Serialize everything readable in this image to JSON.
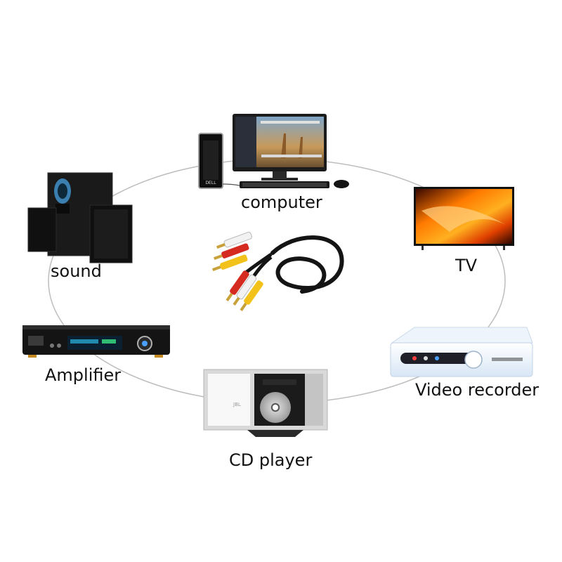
{
  "labels": {
    "computer": "computer",
    "tv": "TV",
    "sound": "sound",
    "amplifier": "Amplifier",
    "video_recorder": "Video recorder",
    "cd_player": "CD player"
  },
  "device_brands": {
    "computer_tower": "DELL",
    "cd_player_screen": "JBL"
  },
  "icons": [
    "computer-icon",
    "tv-icon",
    "speaker-system-icon",
    "amplifier-icon",
    "video-recorder-icon",
    "cd-player-icon",
    "rca-cable-icon"
  ],
  "colors": {
    "connector_ring": "#bdbdbd",
    "rca_white": "#f2f2f2",
    "rca_red": "#d42a1f",
    "rca_yellow": "#f2c21a",
    "cable_black": "#141414"
  }
}
